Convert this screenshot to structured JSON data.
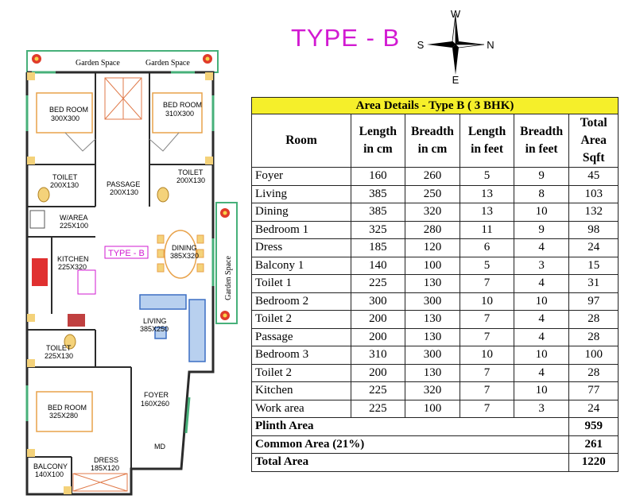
{
  "title": "TYPE - B",
  "compass": {
    "north": "N",
    "south": "S",
    "east": "E",
    "west": "W"
  },
  "plan": {
    "labels": {
      "garden_top_left": "Garden Space",
      "garden_top_right": "Garden Space",
      "garden_side": "Garden Space",
      "bedroom_left": "BED ROOM",
      "bedroom_left_dim": "300X300",
      "bedroom_right": "BED ROOM",
      "bedroom_right_dim": "310X300",
      "toilet_left": "TOILET",
      "toilet_left_dim": "200X130",
      "toilet_right": "TOILET",
      "toilet_right_dim": "200X130",
      "passage": "PASSAGE",
      "passage_dim": "200X130",
      "warea": "W/AREA",
      "warea_dim": "225X100",
      "kitchen": "KITCHEN",
      "kitchen_dim": "225X320",
      "type_tag": "TYPE - B",
      "dining": "DINING",
      "dining_dim": "385X320",
      "living": "LIVING",
      "living_dim": "385X250",
      "toilet_bottom": "TOILET",
      "toilet_bottom_dim": "225X130",
      "bedroom_bottom": "BED ROOM",
      "bedroom_bottom_dim": "325X280",
      "foyer": "FOYER",
      "foyer_dim": "160X260",
      "md": "MD",
      "balcony": "BALCONY",
      "balcony_dim": "140X100",
      "dress": "DRESS",
      "dress_dim": "185X120"
    }
  },
  "table": {
    "caption": "Area Details - Type B ( 3 BHK)",
    "headers": {
      "room": "Room",
      "length_cm_1": "Length",
      "length_cm_2": "in cm",
      "breadth_cm_1": "Breadth",
      "breadth_cm_2": "in cm",
      "length_ft_1": "Length",
      "length_ft_2": "in feet",
      "breadth_ft_1": "Breadth",
      "breadth_ft_2": "in feet",
      "total_1": "Total",
      "total_2": "Area",
      "total_3": "Sqft"
    },
    "rows": [
      {
        "room": "Foyer",
        "length_cm": "160",
        "breadth_cm": "260",
        "length_ft": "5",
        "breadth_ft": "9",
        "area": "45"
      },
      {
        "room": "Living",
        "length_cm": "385",
        "breadth_cm": "250",
        "length_ft": "13",
        "breadth_ft": "8",
        "area": "103"
      },
      {
        "room": "Dining",
        "length_cm": "385",
        "breadth_cm": "320",
        "length_ft": "13",
        "breadth_ft": "10",
        "area": "132"
      },
      {
        "room": "Bedroom 1",
        "length_cm": "325",
        "breadth_cm": "280",
        "length_ft": "11",
        "breadth_ft": "9",
        "area": "98"
      },
      {
        "room": "Dress",
        "length_cm": "185",
        "breadth_cm": "120",
        "length_ft": "6",
        "breadth_ft": "4",
        "area": "24"
      },
      {
        "room": "Balcony 1",
        "length_cm": "140",
        "breadth_cm": "100",
        "length_ft": "5",
        "breadth_ft": "3",
        "area": "15"
      },
      {
        "room": "Toilet 1",
        "length_cm": "225",
        "breadth_cm": "130",
        "length_ft": "7",
        "breadth_ft": "4",
        "area": "31"
      },
      {
        "room": "Bedroom 2",
        "length_cm": "300",
        "breadth_cm": "300",
        "length_ft": "10",
        "breadth_ft": "10",
        "area": "97"
      },
      {
        "room": "Toilet 2",
        "length_cm": "200",
        "breadth_cm": "130",
        "length_ft": "7",
        "breadth_ft": "4",
        "area": "28"
      },
      {
        "room": "Passage",
        "length_cm": "200",
        "breadth_cm": "130",
        "length_ft": "7",
        "breadth_ft": "4",
        "area": "28"
      },
      {
        "room": "Bedroom 3",
        "length_cm": "310",
        "breadth_cm": "300",
        "length_ft": "10",
        "breadth_ft": "10",
        "area": "100"
      },
      {
        "room": "Toilet 2",
        "length_cm": "200",
        "breadth_cm": "130",
        "length_ft": "7",
        "breadth_ft": "4",
        "area": "28"
      },
      {
        "room": "Kitchen",
        "length_cm": "225",
        "breadth_cm": "320",
        "length_ft": "7",
        "breadth_ft": "10",
        "area": "77"
      },
      {
        "room": "Work area",
        "length_cm": "225",
        "breadth_cm": "100",
        "length_ft": "7",
        "breadth_ft": "3",
        "area": "24"
      }
    ],
    "summary": [
      {
        "label": "Plinth Area",
        "value": "959"
      },
      {
        "label": "Common Area (21%)",
        "value": "261"
      },
      {
        "label": "Total Area",
        "value": "1220"
      }
    ]
  },
  "colors": {
    "title": "#d21ad2",
    "caption_bg": "#f5ef2a",
    "wall": "#2b2b2b",
    "garden": "#47b07a",
    "furniture": "#e8a24a",
    "sofa": "#3c6fc4"
  }
}
